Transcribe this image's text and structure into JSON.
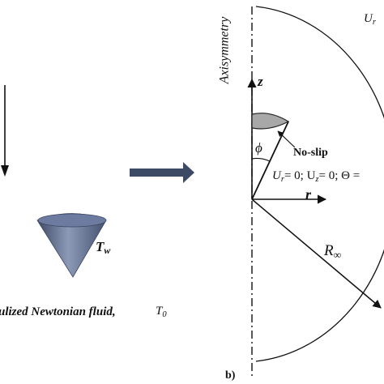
{
  "left_panel": {
    "fluid_label": "ulized Newtonian fluid,",
    "temp_far_base": "T",
    "temp_far_sub": "0",
    "cone_temp_base": "T",
    "cone_temp_sub": "w"
  },
  "right_panel": {
    "panel_label": "b)",
    "axis_label": "Axisymmetry",
    "z_label": "z",
    "r_label": "r",
    "phi_label": "ϕ",
    "noslip_label": "No-slip",
    "bc_label": "U",
    "bc_r_sub": "r",
    "bc_mid": "= 0; U",
    "bc_z_sub": "z",
    "bc_end": "= 0; Θ =",
    "radius_base": "R",
    "radius_sub": "∞",
    "top_right_base": "U",
    "top_right_sub": "r"
  },
  "colors": {
    "cone_fill_left": "#5b6a8c",
    "cone_cap_right": "#a8a8a8",
    "arrow_fill": "#3d4a66",
    "line": "#111111"
  }
}
